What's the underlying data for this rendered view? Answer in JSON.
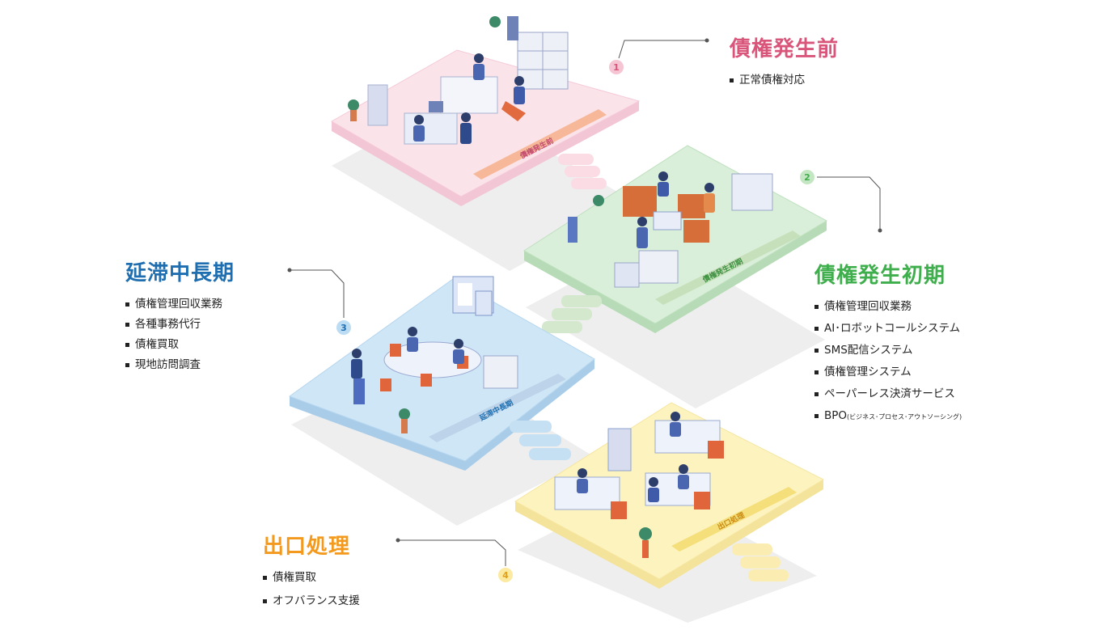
{
  "colors": {
    "stage1": "#d9557a",
    "stage2": "#3fae4c",
    "stage3": "#1f6fb0",
    "stage4": "#f39a1e",
    "platform1": "#fbe3ea",
    "platform2": "#d9efd9",
    "platform3": "#cfe6f6",
    "platform4": "#fdf3bf"
  },
  "stages": [
    {
      "number": "1",
      "title": "債権発生前",
      "plate": "債権発生前",
      "items": [
        "正常債権対応"
      ]
    },
    {
      "number": "2",
      "title": "債権発生初期",
      "plate": "債権発生初期",
      "items": [
        "債権管理回収業務",
        "AI･ロボットコールシステム",
        "SMS配信システム",
        "債権管理システム",
        "ペーパーレス決済サービス"
      ],
      "bpo_main": "BPO",
      "bpo_sub": "(ビジネス･プロセス･アウトソーシング)"
    },
    {
      "number": "3",
      "title": "延滞中長期",
      "plate": "延滞中長期",
      "items": [
        "債権管理回収業務",
        "各種事務代行",
        "債権買取",
        "現地訪問調査"
      ]
    },
    {
      "number": "4",
      "title": "出口処理",
      "plate": "出口処理",
      "items": [
        "債権買取",
        "オフバランス支援"
      ]
    }
  ]
}
